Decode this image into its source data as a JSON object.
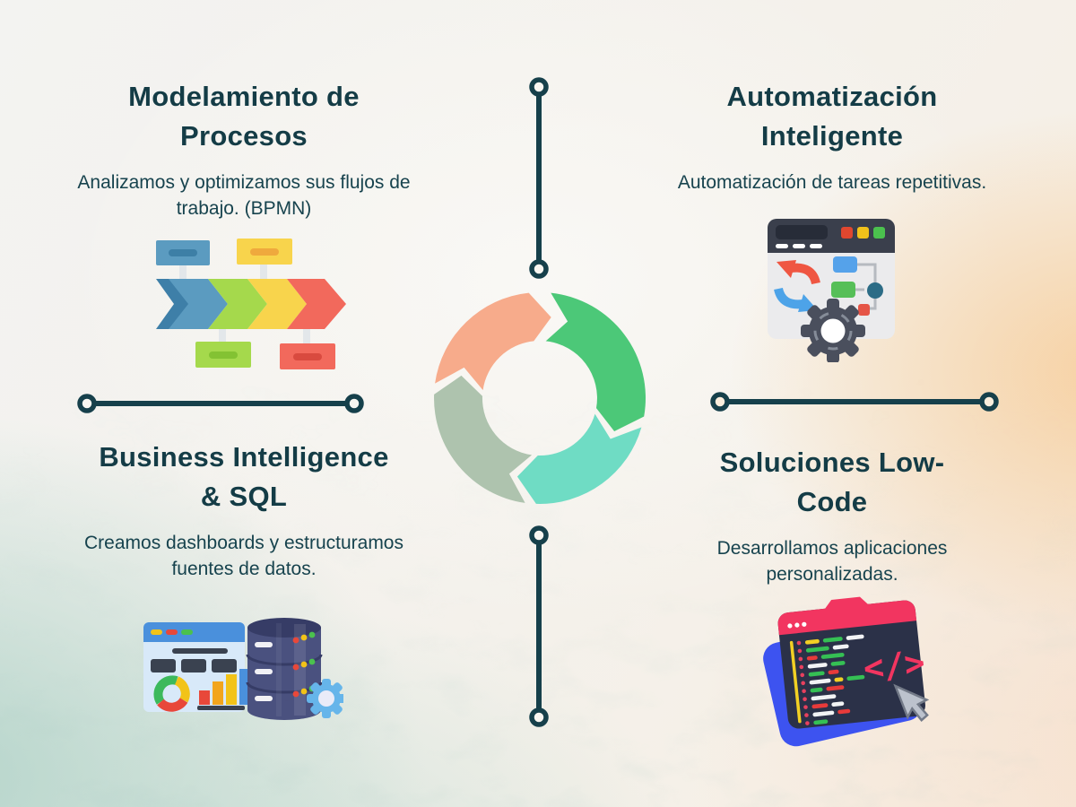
{
  "poster": {
    "type": "services-cycle-infographic",
    "language": "es",
    "title_color": "#143c46",
    "divider_color": "#16404b"
  },
  "quadrants": [
    {
      "id": "modelamiento-procesos",
      "title": "Modelamiento de Procesos",
      "title_lines": [
        "Modelamiento de",
        "Procesos"
      ],
      "subtitle": "Analizamos y optimizamos sus flujos de trabajo. (BPMN)",
      "subtitle_lines": [
        "Analizamos y optimizamos sus flujos de",
        "trabajo. (BPMN)"
      ],
      "icon": "bpmn-flowchart-icon"
    },
    {
      "id": "automatizacion-inteligente",
      "title": "Automatización Inteligente",
      "title_lines": [
        "Automatización",
        "Inteligente"
      ],
      "subtitle": "Automatización de tareas repetitivas.",
      "subtitle_lines": [
        "Automatización de tareas repetitivas.",
        ""
      ],
      "icon": "automation-browser-gear-icon"
    },
    {
      "id": "business-intelligence-sql",
      "title": "Business Intelligence & SQL",
      "title_lines": [
        "Business Intelligence",
        "& SQL"
      ],
      "subtitle": "Creamos dashboards y estructuramos fuentes de datos.",
      "subtitle_lines": [
        "Creamos dashboards y estructuramos",
        "fuentes de datos."
      ],
      "icon": "dashboard-database-icon"
    },
    {
      "id": "soluciones-low-code",
      "title": "Soluciones Low-Code",
      "title_lines": [
        "Soluciones Low-",
        "Code"
      ],
      "subtitle": "Desarrollamos aplicaciones personalizadas.",
      "subtitle_lines": [
        "Desarrollamos aplicaciones",
        "personalizadas."
      ],
      "icon": "lowcode-editor-icon"
    }
  ],
  "cycle": {
    "description": "central circular cycle made of four arrow segments, clockwise",
    "segments": [
      {
        "name": "green-arrow-segment",
        "color": "#4cc878",
        "start": 6,
        "end": 100
      },
      {
        "name": "teal-arrow-segment",
        "color": "#6fdcc4",
        "start": 106,
        "end": 182
      },
      {
        "name": "sage-arrow-segment",
        "color": "#aec3ae",
        "start": 188,
        "end": 272
      },
      {
        "name": "salmon-arrow-segment",
        "color": "#f7ab8b",
        "start": 278,
        "end": 354
      }
    ]
  }
}
